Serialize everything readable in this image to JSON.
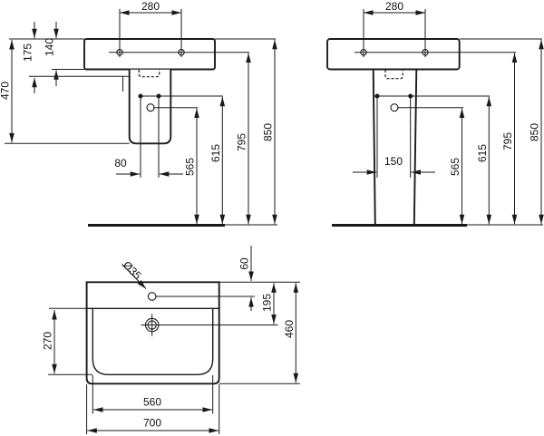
{
  "drawing": {
    "type": "washbasin-technical-drawing",
    "colors": {
      "line": "#1a1a1a",
      "background": "#ffffff"
    },
    "views": {
      "front_semi_pedestal": {
        "dims": {
          "hole_spacing": "280",
          "rim_to_fixing": "175",
          "rim_thickness": "140",
          "semi_pedestal_drop": "470",
          "outlet_spacing": "80",
          "trap_height": "565",
          "fixing_height": "615",
          "hole_height": "795",
          "rim_height": "850"
        }
      },
      "front_full_pedestal": {
        "dims": {
          "hole_spacing": "280",
          "outlet_spacing": "150",
          "trap_height": "565",
          "fixing_height": "615",
          "hole_height": "795",
          "rim_height": "850"
        }
      },
      "plan": {
        "dims": {
          "taphole_diameter": "Ø35",
          "taphole_offset": "60",
          "drain_offset": "195",
          "overall_depth": "460",
          "bowl_depth": "270",
          "bowl_width": "560",
          "overall_width": "700"
        }
      }
    }
  }
}
